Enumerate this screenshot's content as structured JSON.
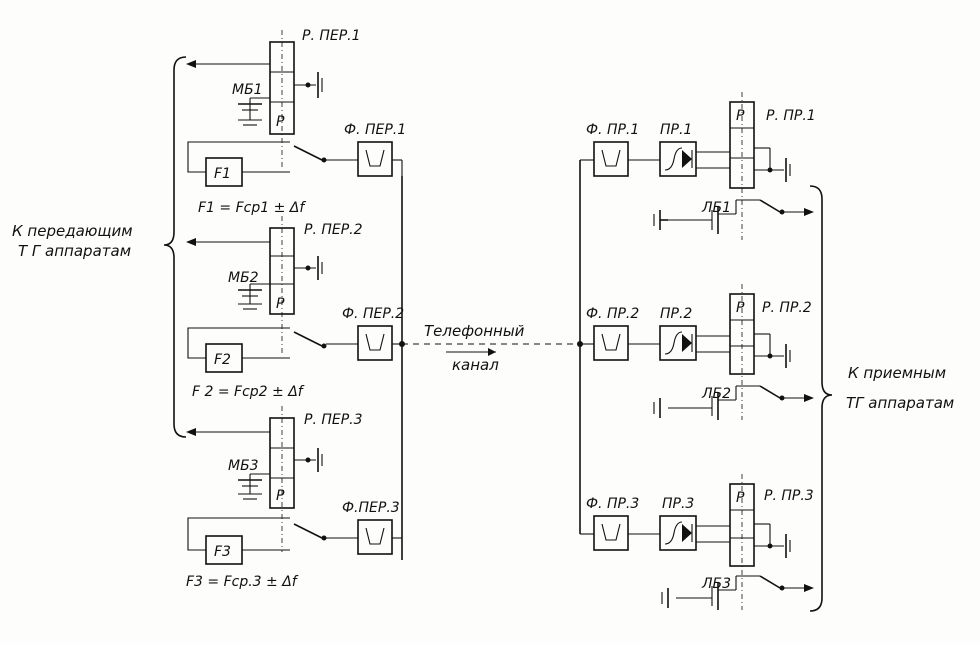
{
  "labels": {
    "left_group": [
      "К передающим",
      "Т Г аппаратам"
    ],
    "right_group": [
      "К приемным",
      "ТГ аппаратам"
    ],
    "channel": [
      "Телефонный",
      "канал"
    ]
  },
  "transmitters": [
    {
      "relay": "Р. ПЕР.1",
      "battery": "МБ1",
      "relay_coil": "Р",
      "filter": "Ф. ПЕР.1",
      "generator": "F1",
      "formula": "F1 = Fср1 ± Δf"
    },
    {
      "relay": "Р. ПЕР.2",
      "battery": "МБ2",
      "relay_coil": "Р",
      "filter": "Ф. ПЕР.2",
      "generator": "F2",
      "formula": "F 2 = Fср2 ± Δf"
    },
    {
      "relay": "Р. ПЕР.3",
      "battery": "МБ3",
      "relay_coil": "Р",
      "filter": "Ф.ПЕР.3",
      "generator": "F3",
      "formula": "F3 = Fср.3 ± Δf"
    }
  ],
  "receivers": [
    {
      "filter": "Ф. ПР.1",
      "rectifier": "ПР.1",
      "relay": "Р. ПР.1",
      "relay_coil": "Р",
      "battery": "ЛБ1"
    },
    {
      "filter": "Ф. ПР.2",
      "rectifier": "ПР.2",
      "relay": "Р. ПР.2",
      "relay_coil": "Р",
      "battery": "ЛБ2"
    },
    {
      "filter": "Ф. ПР.3",
      "rectifier": "ПР.3",
      "relay": "Р. ПР.3",
      "relay_coil": "Р",
      "battery": "ЛБ3"
    }
  ]
}
